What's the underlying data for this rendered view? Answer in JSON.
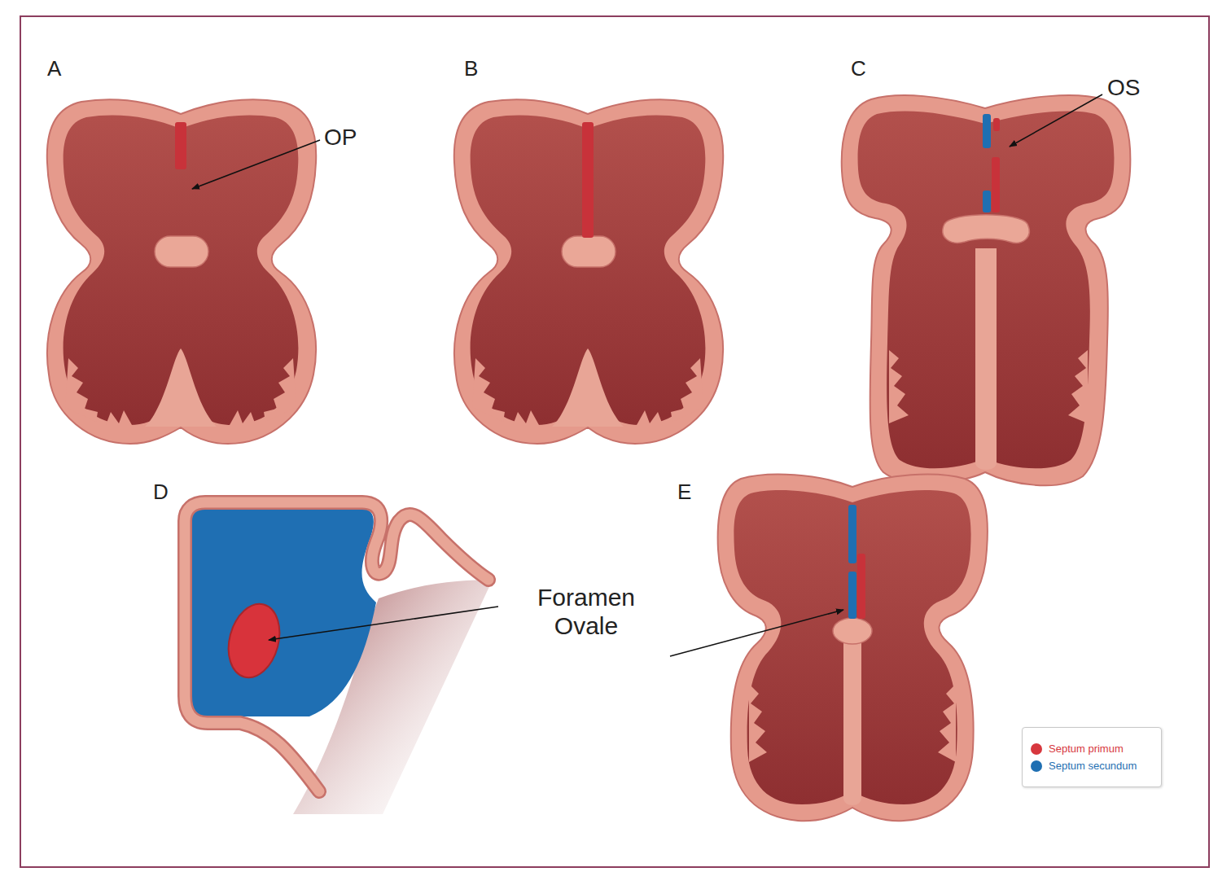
{
  "diagram": {
    "labels": [
      "A",
      "B",
      "C",
      "D",
      "E",
      "OP",
      "OS",
      "Foramen Ovale"
    ],
    "legend": [
      {
        "text": "Septum primum",
        "color": "#d7373e"
      },
      {
        "text": "Septum secundum",
        "color": "#1f6fb2"
      }
    ]
  }
}
